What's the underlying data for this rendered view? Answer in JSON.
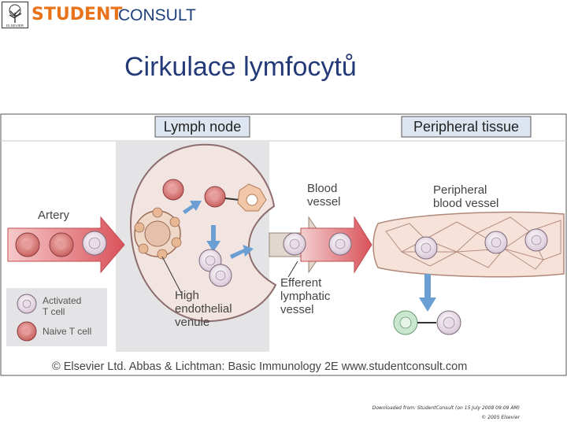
{
  "header": {
    "brand_student": "STUDENT",
    "brand_consult": "CONSULT",
    "publisher_logo_text": "ELSEVIER"
  },
  "slide": {
    "title": "Cirkulace lymfocytů"
  },
  "figure": {
    "panel_lymph_node": "Lymph node",
    "panel_peripheral": "Peripheral tissue",
    "label_artery": "Artery",
    "label_blood_vessel_1": "Blood",
    "label_blood_vessel_2": "vessel",
    "label_peripheral_bv_1": "Peripheral",
    "label_peripheral_bv_2": "blood vessel",
    "label_hev_1": "High",
    "label_hev_2": "endothelial",
    "label_hev_3": "venule",
    "label_efferent_1": "Efferent",
    "label_efferent_2": "lymphatic",
    "label_efferent_3": "vessel",
    "legend_activated_1": "Activated",
    "legend_activated_2": "T cell",
    "legend_naive": "Naive T cell",
    "copyright": "© Elsevier Ltd. Abbas & Lichtman: Basic Immunology 2E www.studentconsult.com"
  },
  "footer": {
    "downloaded": "Downloaded from: StudentConsult (on 15 July 2008 09:09 AM)",
    "copyright": "© 2005 Elsevier"
  },
  "colors": {
    "brand_orange": "#e8731b",
    "brand_blue": "#1f3f7a",
    "title_blue": "#243a78",
    "artery_red": "#d9525a",
    "arrow_blue": "#6b9fd4"
  }
}
